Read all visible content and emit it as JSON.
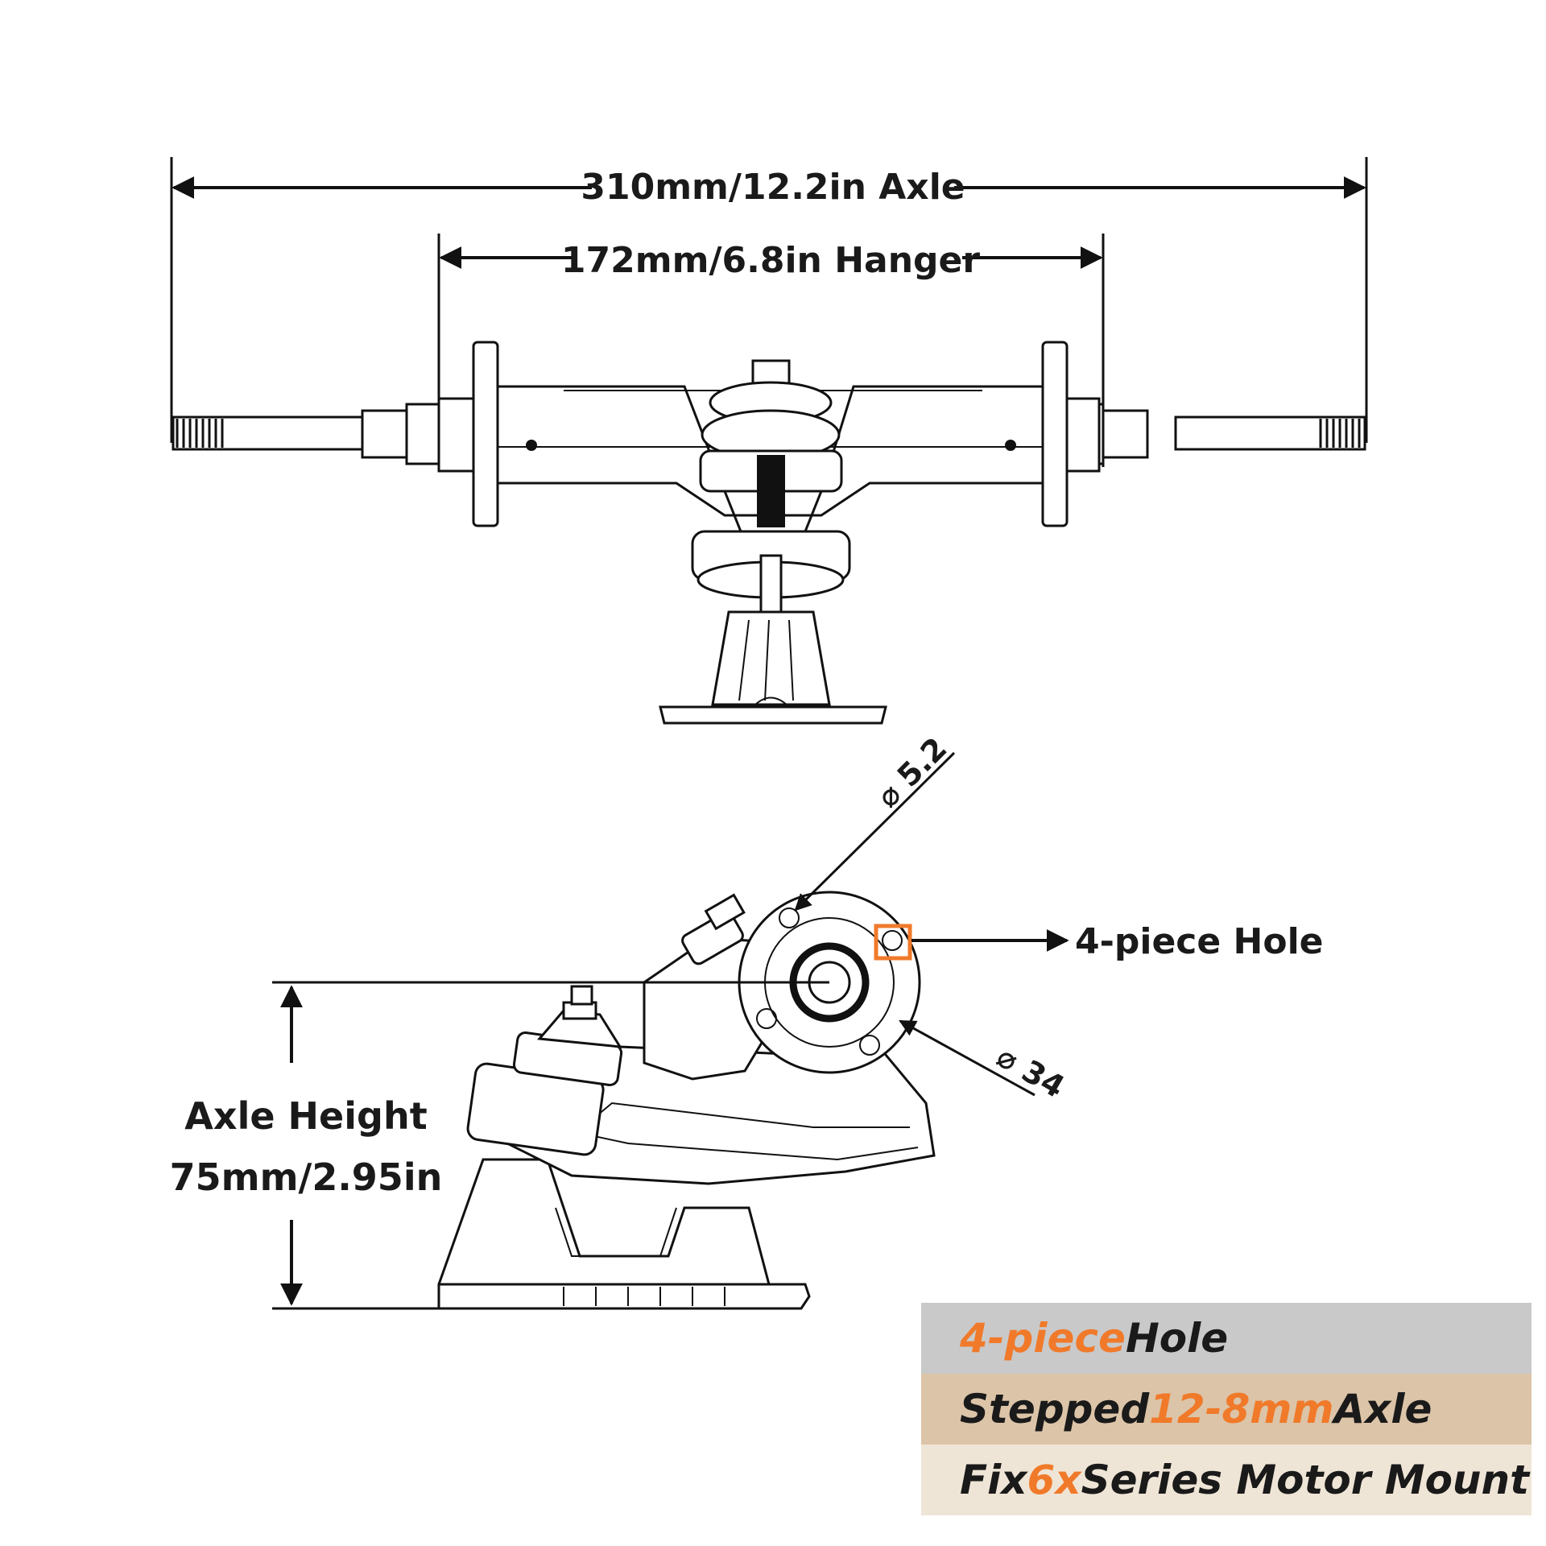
{
  "dimensions": {
    "axle": "310mm/12.2in Axle",
    "hanger": "172mm/6.8in Hanger",
    "hole_diameter": "⌀ 5.2",
    "pcd_diameter": "⌀ 34",
    "hole_callout": "4-piece Hole",
    "axle_height_line1": "Axle Height",
    "axle_height_line2": "75mm/2.95in"
  },
  "legend": [
    {
      "highlight": "4-piece",
      "rest": " Hole",
      "bg": "#c9c9c9"
    },
    {
      "pre": "Stepped ",
      "highlight": "12-8mm",
      "rest": " Axle",
      "bg": "#dcc4a8"
    },
    {
      "pre": "Fix ",
      "highlight": "6x",
      "rest": " Series Motor Mount",
      "bg": "#efe5d6"
    }
  ],
  "colors": {
    "accent": "#f07a2a",
    "line": "#111111"
  }
}
